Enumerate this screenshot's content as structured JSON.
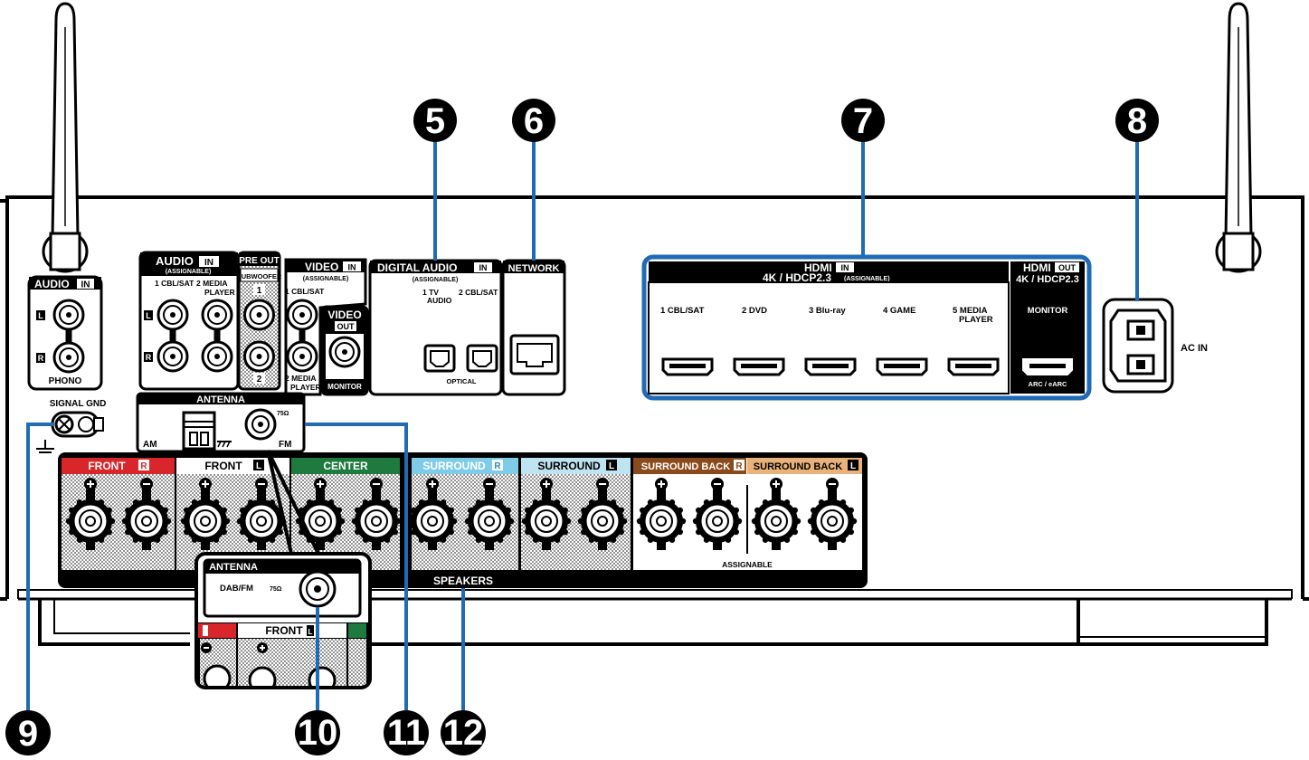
{
  "colors": {
    "leader": "#1f6bb5",
    "front_r": "#d8262b",
    "center": "#1e7a3e",
    "surround_r": "#7fcce8",
    "surround_l": "#bfe3f0",
    "surround_back_r": "#8a4a1c",
    "surround_back_l": "#e8b27a"
  },
  "callouts": [
    {
      "num": "5"
    },
    {
      "num": "6"
    },
    {
      "num": "7"
    },
    {
      "num": "8"
    },
    {
      "num": "9"
    },
    {
      "num": "10"
    },
    {
      "num": "11"
    },
    {
      "num": "12"
    }
  ],
  "audio_in_left": {
    "title": "AUDIO",
    "badge": "IN",
    "l": "L",
    "r": "R",
    "footer": "PHONO"
  },
  "signal_gnd": "SIGNAL GND",
  "audio_in": {
    "title": "AUDIO",
    "badge": "IN",
    "sub": "(ASSIGNABLE)",
    "in1": "1 CBL/SAT",
    "in2a": "2  MEDIA",
    "in2b": "PLAYER",
    "l": "L",
    "r": "R"
  },
  "pre_out": {
    "title": "PRE OUT",
    "sub": "SUBWOOFER",
    "n1": "1",
    "n2": "2"
  },
  "video_in": {
    "title": "VIDEO",
    "badge": "IN",
    "sub": "(ASSIGNABLE)",
    "in1": "1 CBL/SAT",
    "in2a": "2  MEDIA",
    "in2b": "PLAYER"
  },
  "video_out": {
    "title": "VIDEO",
    "badge": "OUT",
    "footer": "MONITOR"
  },
  "digital_audio": {
    "title": "DIGITAL AUDIO",
    "badge": "IN",
    "sub": "(ASSIGNABLE)",
    "in1a": "1   TV",
    "in1b": "AUDIO",
    "in2": "2 CBL/SAT",
    "footer": "OPTICAL"
  },
  "network": {
    "title": "NETWORK"
  },
  "hdmi_in": {
    "title": "HDMI",
    "badge": "IN",
    "sub": "4K / HDCP2.3",
    "sub2": "(ASSIGNABLE)",
    "inputs": [
      "1  CBL/SAT",
      "2  DVD",
      "3  Blu-ray",
      "4  GAME",
      "5  MEDIA"
    ],
    "in5b": "PLAYER"
  },
  "hdmi_out": {
    "title": "HDMI",
    "badge": "OUT",
    "sub": "4K / HDCP2.3",
    "monitor": "MONITOR",
    "footer": "ARC / eARC"
  },
  "ac_in": "AC IN",
  "antenna": {
    "title": "ANTENNA",
    "am": "AM",
    "fm": "FM",
    "ohm": "75Ω"
  },
  "antenna_inset": {
    "title": "ANTENNA",
    "label": "DAB/FM",
    "ohm": "75Ω",
    "front": "FRONT",
    "badge": "L"
  },
  "speakers": {
    "footer": "SPEAKERS",
    "assignable": "ASSIGNABLE",
    "groups": [
      {
        "name": "FRONT",
        "badge": "R"
      },
      {
        "name": "FRONT",
        "badge": "L"
      },
      {
        "name": "CENTER",
        "badge": ""
      },
      {
        "name": "SURROUND",
        "badge": "R"
      },
      {
        "name": "SURROUND",
        "badge": "L"
      },
      {
        "name": "SURROUND BACK",
        "badge": "R"
      },
      {
        "name": "SURROUND BACK",
        "badge": "L"
      }
    ]
  }
}
